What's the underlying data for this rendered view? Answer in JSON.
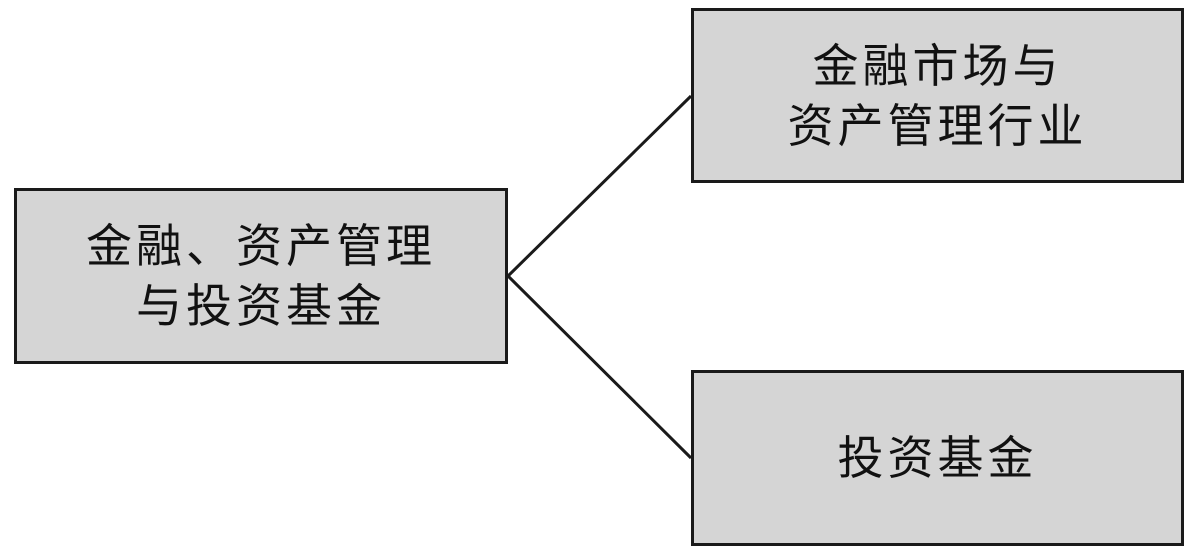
{
  "diagram": {
    "root": {
      "lines": [
        "金融、资产管理",
        "与投资基金"
      ]
    },
    "children": [
      {
        "lines": [
          "金融市场与",
          "资产管理行业"
        ]
      },
      {
        "lines": [
          "投资基金"
        ]
      }
    ],
    "colors": {
      "box_fill": "#d5d5d5",
      "border": "#1a1a1a",
      "text": "#111111",
      "background": "#ffffff"
    }
  }
}
